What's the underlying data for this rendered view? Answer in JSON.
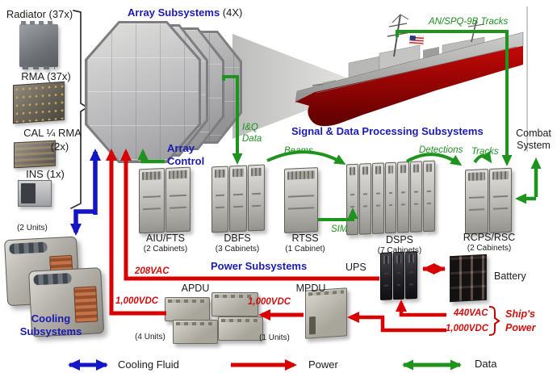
{
  "colors": {
    "accent_blue": "#1b1bb3",
    "line_blue": "#1515c8",
    "line_green": "#1e941e",
    "line_red": "#d80000",
    "red_text": "#cf1010"
  },
  "array": {
    "title": "Array Subsystems",
    "qty": "(4X)",
    "control_line1": "Array",
    "control_line2": "Control"
  },
  "left_components": {
    "radiator": "Radiator (37x)",
    "rma": "RMA (37x)",
    "cal_line1": "CAL ¼ RMA",
    "cal_line2": "(2x)",
    "ins": "INS (1x)"
  },
  "signal": {
    "title": "Signal & Data Processing Subsystems"
  },
  "combat": {
    "line1": "Combat",
    "line2": "System"
  },
  "flows": {
    "spq9b": "AN/SPQ-9B Tracks",
    "iq_line1": "I&Q",
    "iq_line2": "Data",
    "beams": "Beams",
    "detections": "Detections",
    "tracks": "Tracks",
    "sim": "SIM"
  },
  "cabinets": [
    {
      "name": "AIU/FTS",
      "qty": "(2 Cabinets)"
    },
    {
      "name": "DBFS",
      "qty": "(3 Cabinets)"
    },
    {
      "name": "RTSS",
      "qty": "(1 Cabinet)"
    },
    {
      "name": "DSPS",
      "qty": "(7 Cabinets)"
    },
    {
      "name": "RCPS/RSC",
      "qty": "(2 Cabinets)"
    }
  ],
  "power": {
    "title": "Power Subsystems",
    "ups": "UPS",
    "battery": "Battery",
    "apdu": "APDU",
    "apdu_qty": "(4 Units)",
    "mpdu": "MPDU",
    "mpdu_qty": "(1 Units)",
    "vac208": "208VAC",
    "vdc1000_array": "1,000VDC",
    "vdc1000_mpdu": "1,000VDC",
    "vac440": "440VAC",
    "vdc1000_ship": "1,000VDC",
    "ships_line1": "Ship's",
    "ships_line2": "Power"
  },
  "cooling": {
    "qty": "(2 Units)",
    "title_line1": "Cooling",
    "title_line2": "Subsystems"
  },
  "legend": {
    "cooling_fluid": "Cooling Fluid",
    "power": "Power",
    "data": "Data"
  }
}
